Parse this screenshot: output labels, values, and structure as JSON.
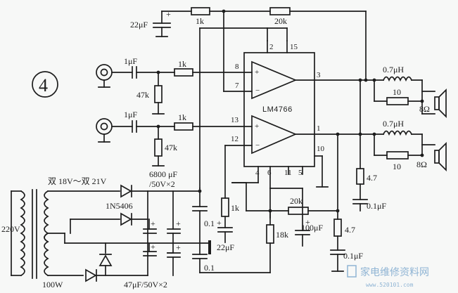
{
  "figure": {
    "number": "4",
    "ic": "LM4766"
  },
  "components": {
    "c_top": "22μF",
    "r_top_in": "1k",
    "r_fb_top": "20k",
    "c_in1": "1μF",
    "r_in1": "1k",
    "r_gnd1": "47k",
    "c_in2": "1μF",
    "r_in2": "1k",
    "r_gnd2": "47k",
    "l_out1": "0.7μH",
    "r_out1": "10",
    "spk1": "8Ω",
    "l_out2": "0.7μH",
    "r_out2": "10",
    "spk2": "8Ω",
    "r_zobel1": "4.7",
    "c_zobel1": "0.1μF",
    "r_zobel2": "4.7",
    "c_zobel2": "0.1μF",
    "r_fb_bot": "20k",
    "r_1k_bot": "1k",
    "c_22_bot": "22μF",
    "r_18k": "18k",
    "c_100": "100μF",
    "c_01_a": "0.1",
    "c_01_b": "0.1",
    "caps_big": "6800 μF",
    "caps_big_rating": "/50V×2",
    "caps_small": "47μF/50V×2",
    "diode": "1N5406",
    "transformer_sec": "双 18V～双 21V",
    "mains": "220V",
    "power": "100W"
  },
  "pins": {
    "p2": "2",
    "p15": "15",
    "p8": "8",
    "p7": "7",
    "p3": "3",
    "p13": "13",
    "p12": "12",
    "p1": "1",
    "p10": "10",
    "p4": "4",
    "p6": "6",
    "p11": "11",
    "p5": "5"
  },
  "watermark": {
    "title": "家电维修资料网",
    "url": "www.520101.com"
  }
}
